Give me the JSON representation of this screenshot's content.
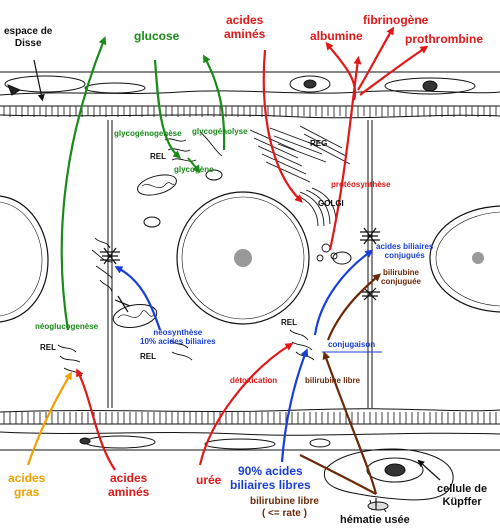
{
  "labels": {
    "espace_de_disse": [
      "espace de",
      "Disse"
    ],
    "glucose": "glucose",
    "acides_amines_top": [
      "acides",
      "aminés"
    ],
    "albumine": "albumine",
    "fibrinogene": "fibrinogène",
    "prothrombine": "prothrombine",
    "glycogenogenese": "glycogénogenèse",
    "glycogenolyse": "glycogénolyse",
    "rel_top": "REL",
    "glycogene": "glycogène",
    "reg": "REG",
    "proteosynthese": "protéosynthèse",
    "golgi": "GOLGI",
    "acides_biliaires_conjugues": [
      "acides biliaires",
      "conjugués"
    ],
    "bilirubine_conjuguee": [
      "bilirubine",
      "conjuguée"
    ],
    "neoglucogenese": "néoglucogenèse",
    "rel_left": "REL",
    "neosynthese": [
      "néosynthèse",
      "10% acides biliaires"
    ],
    "rel_middle": "REL",
    "rel_center": "REL",
    "conjugaison": "conjugaison",
    "detoxication": "détoxication",
    "bilirubine_libre_inner": "bilirubine libre",
    "acides_gras": [
      "acides",
      "gras"
    ],
    "acides_amines_bottom": [
      "acides",
      "aminés"
    ],
    "uree": "urée",
    "acides_biliaires_libres": [
      "90% acides",
      "biliaires libres"
    ],
    "bilirubine_libre_bottom": [
      "bilirubine libre",
      "( <= rate )"
    ],
    "cellule_kupffer": [
      "cellule de",
      "Küpffer"
    ],
    "hematie_usee": "hématie  usée"
  },
  "colors": {
    "green": "#1a8a1a",
    "red": "#e01818",
    "blue": "#1a3fd8",
    "brown": "#6a2a0a",
    "orange": "#f0a000",
    "black": "#111111"
  }
}
